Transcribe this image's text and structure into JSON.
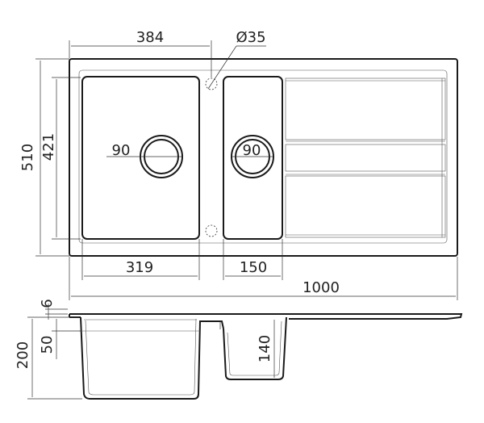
{
  "dimensions": {
    "top_width": "384",
    "hole_diameter": "Ø35",
    "total_height": "510",
    "inner_height": "421",
    "drain_left": "90",
    "drain_right": "90",
    "bowl_left_width": "319",
    "bowl_right_width": "150",
    "total_width": "1000",
    "rim_thickness": "6",
    "section_depth": "200",
    "step_depth": "50",
    "small_bowl_depth": "140"
  }
}
